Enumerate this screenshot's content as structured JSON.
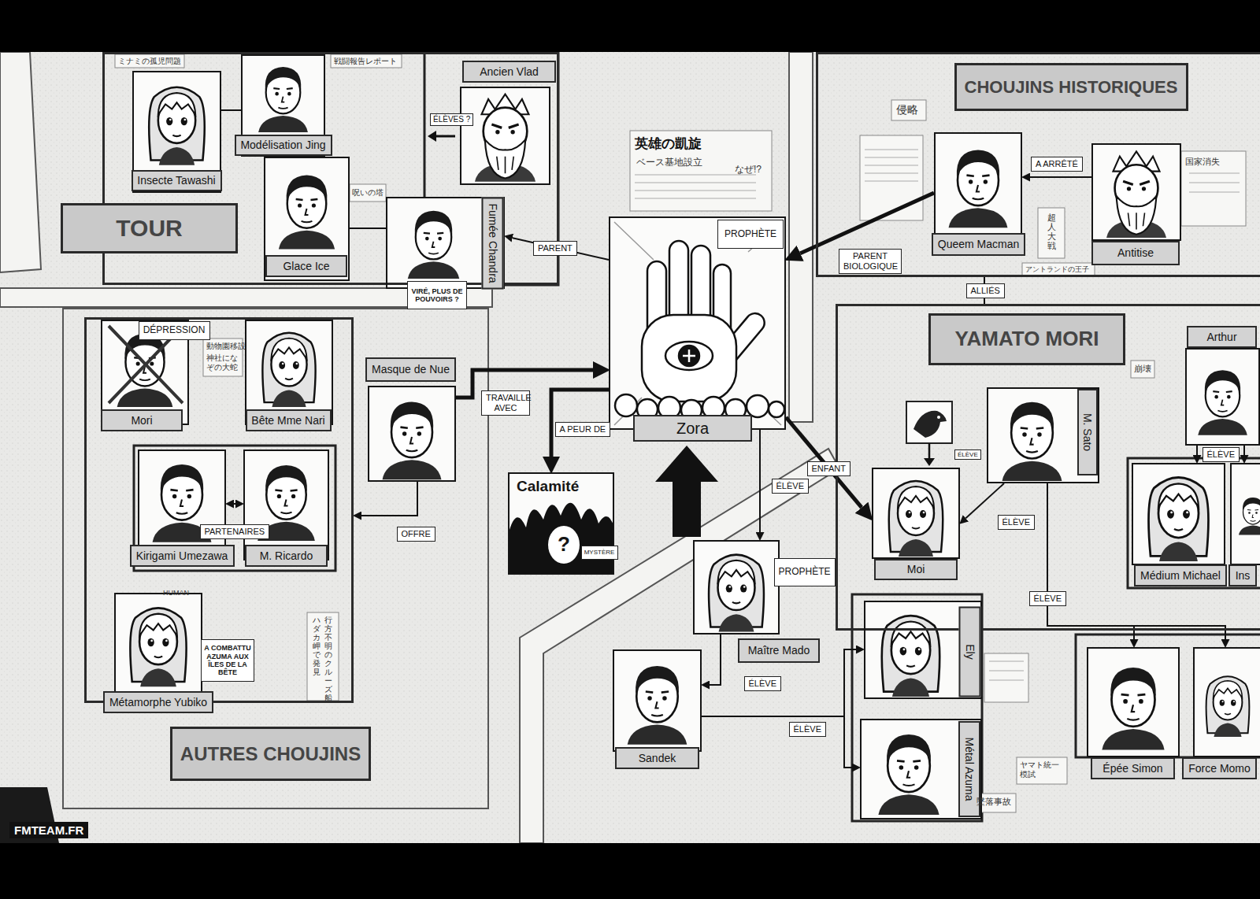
{
  "diagram": {
    "nodes": [
      {
        "text": [
          "TOUR"
        ]
      },
      {
        "text": [
          "Insecte Tawashi"
        ],
        "in": 0
      },
      {
        "text": [
          "Modélisation Jing"
        ],
        "in": 0
      },
      {
        "text": [
          "Glace Ice"
        ],
        "in": 0
      },
      {
        "text": [
          "Fumée Chandra",
          "VIRÉ, PLUS DE POUVOIRS ?"
        ],
        "in": 0
      },
      {
        "text": [
          "Ancien Vlad"
        ],
        "in": 0
      },
      {
        "text": [
          "AUTRES CHOUJINS"
        ]
      },
      {
        "text": [
          "Mori",
          "DÉPRESSION"
        ],
        "in": 6
      },
      {
        "text": [
          "Bête Mme Nari"
        ],
        "in": 6
      },
      {
        "text": [
          "Kirigami Umezawa"
        ],
        "in": 6
      },
      {
        "text": [
          "M. Ricardo"
        ],
        "in": 6
      },
      {
        "text": [
          "Métamorphe Yubiko",
          "A COMBATTU AZUMA AUX ÎLES DE LA BÊTE"
        ],
        "in": 6
      },
      {
        "text": [
          "Masque de Nue"
        ]
      },
      {
        "text": [
          "Calamité",
          "?",
          "MYSTÈRE"
        ]
      },
      {
        "text": [
          "Zora",
          "PROPHÈTE"
        ]
      },
      {
        "text": [
          "Maître Mado",
          "PROPHÈTE"
        ]
      },
      {
        "text": [
          "Sandek"
        ]
      },
      {
        "text": [
          "CHOUJINS HISTORIQUES"
        ]
      },
      {
        "text": [
          "Queem Macman"
        ],
        "in": 17
      },
      {
        "text": [
          "Antitise"
        ],
        "in": 17
      },
      {
        "text": [
          "YAMATO MORI"
        ]
      },
      {
        "text": [
          "Moi"
        ],
        "in": 20
      },
      {
        "text": [
          "M. Sato"
        ],
        "in": 20
      },
      {
        "text": [
          "Arthur"
        ],
        "in": 20
      },
      {
        "text": [
          "Médium Michael"
        ],
        "in": 20
      },
      {
        "text": [
          "Ins"
        ],
        "in": 20
      },
      {
        "text": [
          "Épée Simon"
        ]
      },
      {
        "text": [
          "Force Momo"
        ]
      },
      {
        "text": [
          "Ely"
        ]
      },
      {
        "text": [
          "Métal Azuma"
        ]
      }
    ],
    "edges": [
      {
        "from": 1,
        "to": 2,
        "arrow": "none"
      },
      {
        "from": 3,
        "to": 4,
        "arrow": "none"
      },
      {
        "from": 14,
        "to": 4,
        "label": "PARENT",
        "arrow": "to"
      },
      {
        "from": 12,
        "to": 14,
        "label": "TRAVAILLE AVEC",
        "arrow": "to"
      },
      {
        "from": 14,
        "to": 13,
        "label": "A PEUR DE",
        "arrow": "to"
      },
      {
        "from": 12,
        "to": 6,
        "label": "OFFRE",
        "arrow": "to"
      },
      {
        "from": 9,
        "to": 10,
        "label": "PARTENAIRES",
        "arrow": "both"
      },
      {
        "from": 18,
        "to": 14,
        "label": "PARENT BIOLOGIQUE",
        "arrow": "to"
      },
      {
        "from": 19,
        "to": 18,
        "label": "A ARRÊTÉ",
        "arrow": "to"
      },
      {
        "from": 17,
        "to": 20,
        "label": "ALLIÉS",
        "arrow": "none"
      },
      {
        "from": 14,
        "to": 21,
        "label": "ENFANT",
        "arrow": "to"
      },
      {
        "from": 14,
        "to": 15,
        "label": "ÉLÈVE",
        "arrow": "to"
      },
      {
        "from": 15,
        "to": 16,
        "label": "ÉLÈVE",
        "arrow": "to"
      },
      {
        "from": 16,
        "to": 28,
        "label": "ÉLÈVE",
        "arrow": "to"
      },
      {
        "from": 16,
        "to": 29,
        "arrow": "to"
      },
      {
        "from": 22,
        "to": 21,
        "label": "ÉLÈVE",
        "arrow": "to"
      },
      {
        "from": 23,
        "to": 24,
        "label": "ÉLÈVE",
        "arrow": "to"
      },
      {
        "from": 23,
        "to": 25,
        "arrow": "to"
      },
      {
        "from": 22,
        "to": 26,
        "label": "ÉLÈVE",
        "arrow": "to"
      },
      {
        "from": 22,
        "to": 27,
        "arrow": "to"
      }
    ],
    "labels": [
      "FMTEAM.FR",
      "HUMAN",
      "ÉLÈVES ?",
      "ÉLÈVE",
      "ミナミの孤児問題",
      "戦闘報告レポート",
      "呪いの塔",
      "英雄の凱旋",
      "ベース基地設立",
      "なぜ!?",
      "侵略",
      "国家消失",
      "超人大戦",
      "アントランドの王子",
      "動物園移設",
      "神社になぞの大蛇",
      "行方不明のクルーズ船",
      "ハダカ岬で発見",
      "崩壊",
      "墜落事故",
      "ヤマト統一模試"
    ]
  }
}
